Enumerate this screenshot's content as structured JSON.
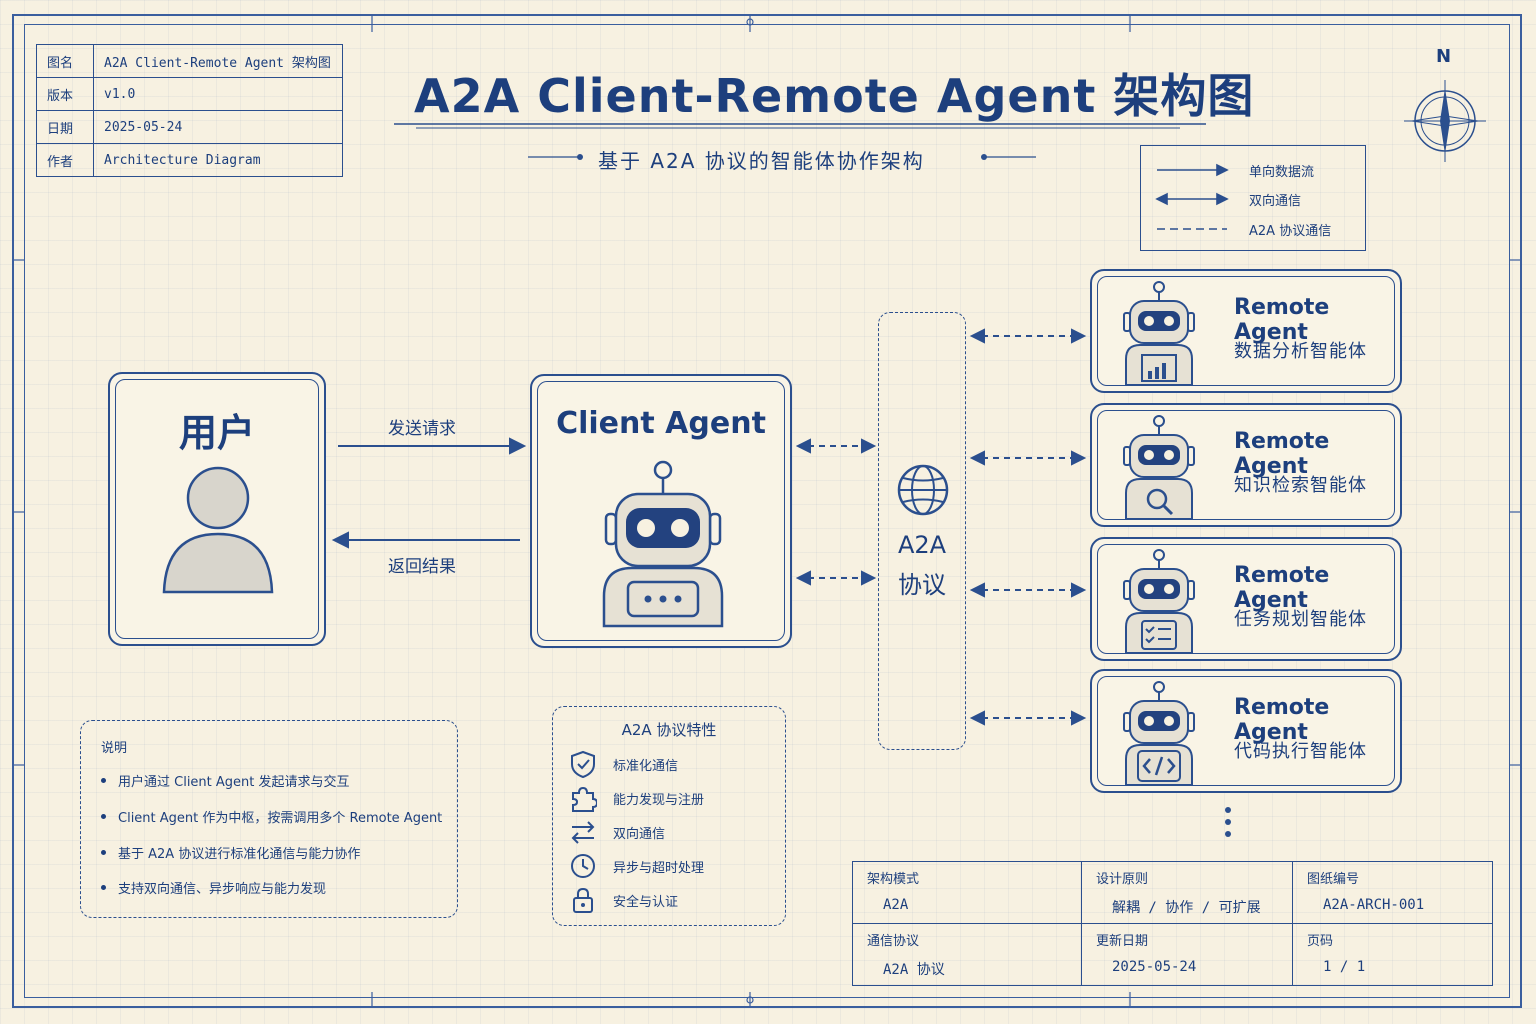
{
  "info_table": [
    {
      "key": "图名",
      "value": "A2A Client-Remote Agent 架构图"
    },
    {
      "key": "版本",
      "value": "v1.0"
    },
    {
      "key": "日期",
      "value": "2025-05-24"
    },
    {
      "key": "作者",
      "value": "Architecture Diagram"
    }
  ],
  "title": "A2A Client-Remote Agent 架构图",
  "subtitle": "基于 A2A 协议的智能体协作架构",
  "compass": "N",
  "legend": [
    {
      "type": "solid-arrow",
      "label": "单向数据流"
    },
    {
      "type": "double-arrow",
      "label": "双向通信"
    },
    {
      "type": "dashed-line",
      "label": "A2A 协议通信"
    }
  ],
  "user": {
    "title": "用户"
  },
  "arrows": {
    "send": "发送请求",
    "return": "返回结果"
  },
  "client": {
    "title": "Client Agent"
  },
  "protocol": {
    "line1": "A2A",
    "line2": "协议"
  },
  "remote_agents": [
    {
      "title": "Remote Agent",
      "subtitle": "数据分析智能体",
      "icon": "bar-chart-icon"
    },
    {
      "title": "Remote Agent",
      "subtitle": "知识检索智能体",
      "icon": "magnifier-icon"
    },
    {
      "title": "Remote Agent",
      "subtitle": "任务规划智能体",
      "icon": "checklist-icon"
    },
    {
      "title": "Remote Agent",
      "subtitle": "代码执行智能体",
      "icon": "code-icon"
    }
  ],
  "notes": {
    "heading": "说明",
    "items": [
      "用户通过 Client Agent 发起请求与交互",
      "Client Agent 作为中枢，按需调用多个 Remote Agent",
      "基于 A2A 协议进行标准化通信与能力协作",
      "支持双向通信、异步响应与能力发现"
    ]
  },
  "features": {
    "heading": "A2A 协议特性",
    "items": [
      {
        "icon": "shield-check-icon",
        "label": "标准化通信"
      },
      {
        "icon": "puzzle-icon",
        "label": "能力发现与注册"
      },
      {
        "icon": "swap-arrows-icon",
        "label": "双向通信"
      },
      {
        "icon": "clock-icon",
        "label": "异步与超时处理"
      },
      {
        "icon": "lock-icon",
        "label": "安全与认证"
      }
    ]
  },
  "footer": {
    "pattern_key": "架构模式",
    "pattern_val": "A2A",
    "principle_key": "设计原则",
    "principle_val": "解耦 / 协作 / 可扩展",
    "drawing_key": "图纸编号",
    "drawing_val": "A2A-ARCH-001",
    "protocol_key": "通信协议",
    "protocol_val": "A2A 协议",
    "updated_key": "更新日期",
    "updated_val": "2025-05-24",
    "page_key": "页码",
    "page_val": "1 / 1"
  },
  "colors": {
    "ink": "#1d3f7d",
    "paper": "#f7f1e1",
    "line": "#2b4f8e"
  }
}
